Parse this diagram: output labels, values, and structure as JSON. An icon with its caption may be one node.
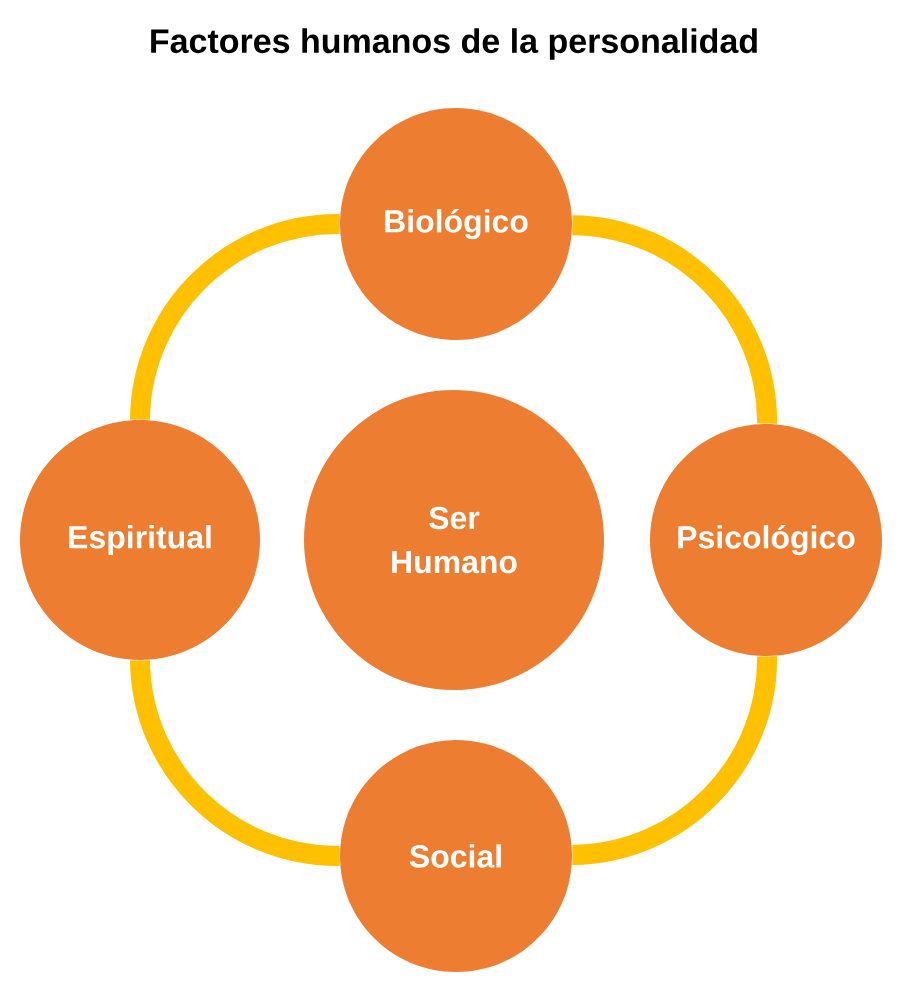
{
  "diagram": {
    "title": "Factores humanos de la personalidad",
    "nodes": [
      {
        "text": [
          "Biológico"
        ]
      },
      {
        "text": [
          "Espiritual"
        ]
      },
      {
        "text": [
          "Ser Humano"
        ]
      },
      {
        "text": [
          "Psicológico"
        ]
      },
      {
        "text": [
          "Social"
        ]
      }
    ],
    "edges": [
      {
        "from": 0,
        "to": 3,
        "arrow": "none"
      },
      {
        "from": 3,
        "to": 4,
        "arrow": "none"
      },
      {
        "from": 4,
        "to": 1,
        "arrow": "none"
      },
      {
        "from": 1,
        "to": 0,
        "arrow": "none"
      }
    ]
  }
}
